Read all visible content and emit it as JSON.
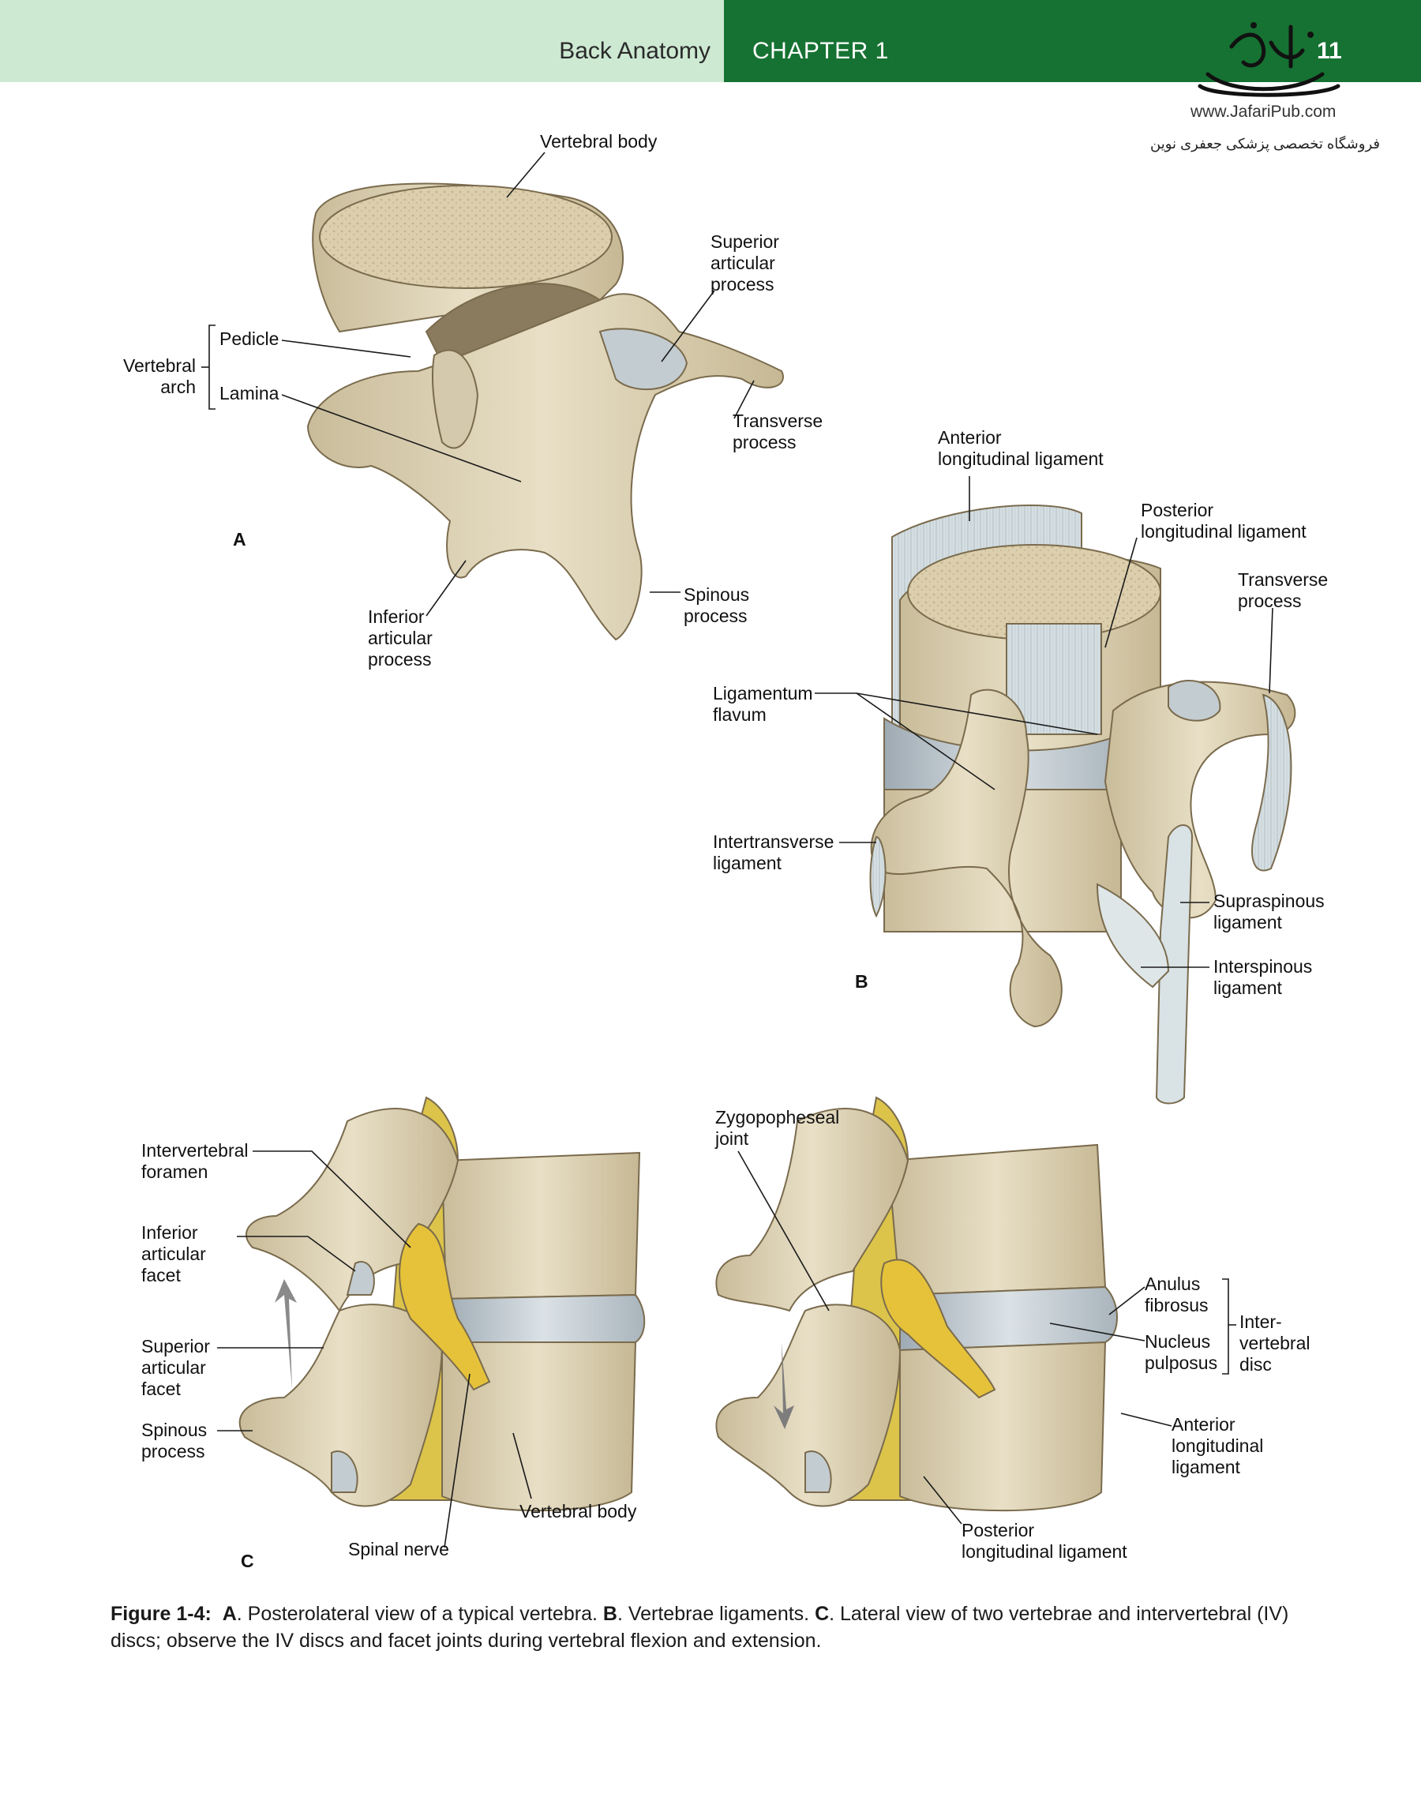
{
  "header": {
    "section": "Back Anatomy",
    "chapter": "CHAPTER 1",
    "page_number": "11",
    "publisher_url": "www.JafariPub.com",
    "publisher_tagline": "فروشگاه تخصصی پزشکی جعفری نوین",
    "colors": {
      "left_band": "#cde9d2",
      "right_band": "#167232"
    }
  },
  "panel_a": {
    "panel_label": "A",
    "vertebral_body": "Vertebral body",
    "superior_articular_process": "Superior\narticular\nprocess",
    "vertebral_arch": "Vertebral\narch",
    "pedicle": "Pedicle",
    "lamina": "Lamina",
    "transverse_process": "Transverse\nprocess",
    "spinous_process": "Spinous\nprocess",
    "inferior_articular_process": "Inferior\narticular\nprocess"
  },
  "panel_b": {
    "panel_label": "B",
    "anterior_longitudinal_ligament": "Anterior\nlongitudinal ligament",
    "posterior_longitudinal_ligament": "Posterior\nlongitudinal ligament",
    "transverse_process": "Transverse\nprocess",
    "ligamentum_flavum": "Ligamentum\nflavum",
    "intertransverse_ligament": "Intertransverse\nligament",
    "supraspinous_ligament": "Supraspinous\nligament",
    "interspinous_ligament": "Interspinous\nligament"
  },
  "panel_c": {
    "panel_label": "C",
    "intervertebral_foramen": "Intervertebral\nforamen",
    "inferior_articular_facet": "Inferior\narticular\nfacet",
    "superior_articular_facet": "Superior\narticular\nfacet",
    "spinous_process": "Spinous\nprocess",
    "spinal_nerve": "Spinal nerve",
    "vertebral_body": "Vertebral body",
    "zygopopheseal_joint": "Zygopopheseal\njoint",
    "anulus_fibrosus": "Anulus\nfibrosus",
    "nucleus_pulposus": "Nucleus\npulposus",
    "intervertebral_disc": "Inter-\nvertebral\ndisc",
    "anterior_longitudinal_ligament": "Anterior\nlongitudinal\nligament",
    "posterior_longitudinal_ligament": "Posterior\nlongitudinal ligament"
  },
  "caption": {
    "label": "Figure 1-4:",
    "a_key": "A",
    "a_text": ". Posterolateral view of a typical vertebra. ",
    "b_key": "B",
    "b_text": ". Vertebrae ligaments. ",
    "c_key": "C",
    "c_text": ". Lateral view of two vertebrae and intervertebral (IV) discs; observe the IV discs and facet joints during vertebral flexion and extension."
  }
}
